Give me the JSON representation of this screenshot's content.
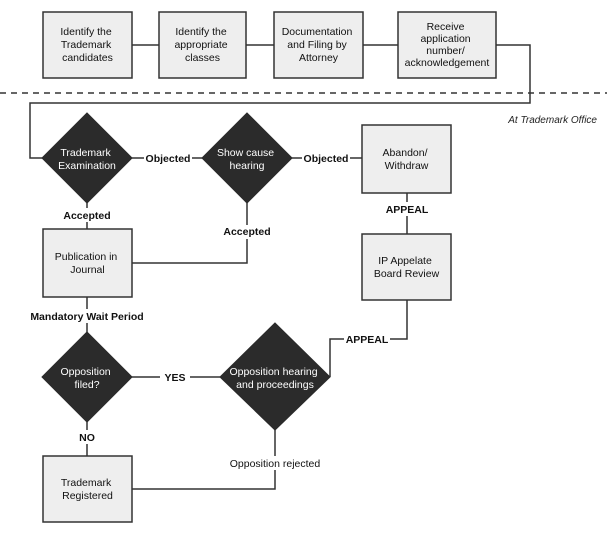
{
  "office_label": "At Trademark Office",
  "nodes": {
    "identify_candidates": [
      "Identify the",
      "Trademark",
      "candidates"
    ],
    "identify_classes": [
      "Identify the",
      "appropriate",
      "classes"
    ],
    "documentation": [
      "Documentation",
      "and Filing by",
      "Attorney"
    ],
    "receive_application": [
      "Receive",
      "application",
      "number/",
      "acknowledgement"
    ],
    "trademark_examination": [
      "Trademark",
      "Examination"
    ],
    "show_cause_hearing": [
      "Show cause",
      "hearing"
    ],
    "abandon_withdraw": [
      "Abandon/",
      "Withdraw"
    ],
    "publication": [
      "Publication in",
      "Journal"
    ],
    "ip_appellate": [
      "IP Appelate",
      "Board Review"
    ],
    "opposition_filed": [
      "Opposition",
      "filed?"
    ],
    "opposition_hearing": [
      "Opposition hearing",
      "and proceedings"
    ],
    "trademark_registered": [
      "Trademark",
      "Registered"
    ]
  },
  "edge_labels": {
    "objected_1": "Objected",
    "objected_2": "Objected",
    "accepted_1": "Accepted",
    "accepted_2": "Accepted",
    "appeal_1": "APPEAL",
    "appeal_2": "APPEAL",
    "mandatory_wait": "Mandatory Wait Period",
    "yes": "YES",
    "no": "NO",
    "opposition_rejected": "Opposition rejected"
  }
}
